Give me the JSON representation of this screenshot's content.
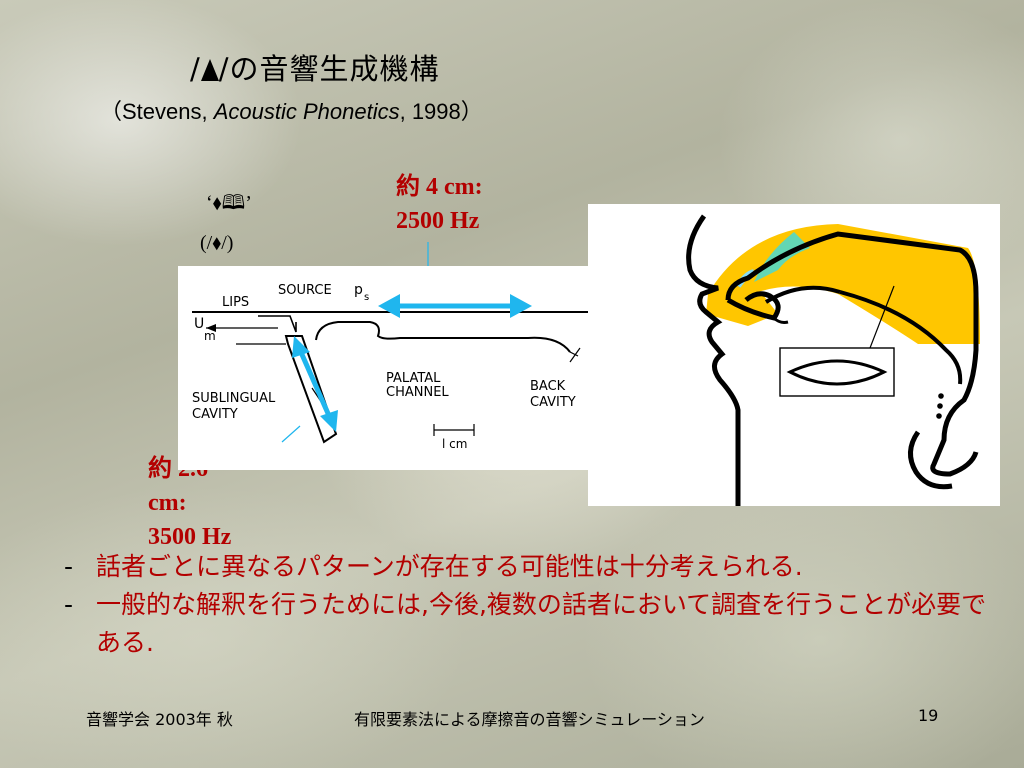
{
  "slide": {
    "title_prefix": "/",
    "title_suffix": "/の音響生成機構",
    "subtitle_open": "（Stevens, ",
    "subtitle_book": "Acoustic Phonetics",
    "subtitle_close": ", 1998）",
    "quote_label_left": "‘",
    "quote_label_mid": "⬧🕮",
    "quote_label_right": "’",
    "phon_label": "(/⬧/)",
    "front_label_line1": "約 4 cm:",
    "front_label_line2": "2500 Hz",
    "sub_label_line1": "約 2.6",
    "sub_label_line2": "cm:",
    "sub_label_line3": "3500 Hz"
  },
  "diagram": {
    "lips": "LIPS",
    "source": "SOURCE",
    "ps": "p",
    "ps_sub": "s",
    "um": "U",
    "um_sub": "m",
    "palatal_line1": "PALATAL",
    "palatal_line2": "CHANNEL",
    "back_line1": "BACK",
    "back_line2": "CAVITY",
    "sublingual_line1": "SUBLINGUAL",
    "sublingual_line2": "CAVITY",
    "scale": "l  cm"
  },
  "bullets": [
    {
      "dash": "-",
      "text": "話者ごとに異なるパターンが存在する可能性は十分考えられる."
    },
    {
      "dash": "-",
      "text": "一般的な解釈を行うためには,今後,複数の話者において調査を行うことが必要である."
    }
  ],
  "footer": {
    "left": "音響学会 2003年 秋",
    "center": "有限要素法による摩擦音の音響シミュレーション",
    "page": "19"
  },
  "colors": {
    "accent_red": "#b30000",
    "arrow_cyan": "#1fb6ee",
    "tongue_yellow": "#ffc600",
    "teal": "#63d6b4"
  }
}
